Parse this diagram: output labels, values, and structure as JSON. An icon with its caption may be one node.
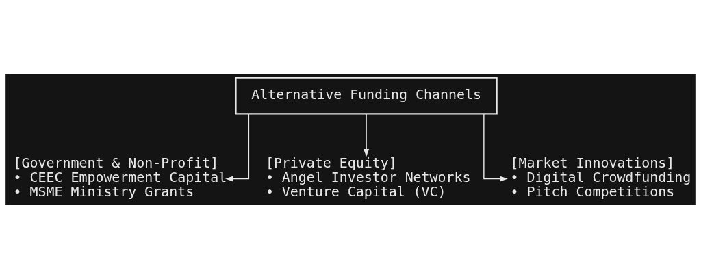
{
  "diagram": {
    "nodes": [
      {
        "text": [
          "Alternative Funding Channels"
        ]
      },
      {
        "text": [
          "[Government & Non-Profit]",
          "• CEEC Empowerment Capital",
          "• MSME Ministry Grants"
        ]
      },
      {
        "text": [
          "[Private Equity]",
          "• Angel Investor Networks",
          "• Venture Capital (VC)"
        ]
      },
      {
        "text": [
          "[Market Innovations]",
          "• Digital Crowdfunding",
          "• Pitch Competitions"
        ]
      }
    ],
    "edges": [
      {
        "from": 0,
        "to": 1,
        "arrow": "to"
      },
      {
        "from": 0,
        "to": 2,
        "arrow": "to"
      },
      {
        "from": 0,
        "to": 3,
        "arrow": "to"
      }
    ]
  }
}
